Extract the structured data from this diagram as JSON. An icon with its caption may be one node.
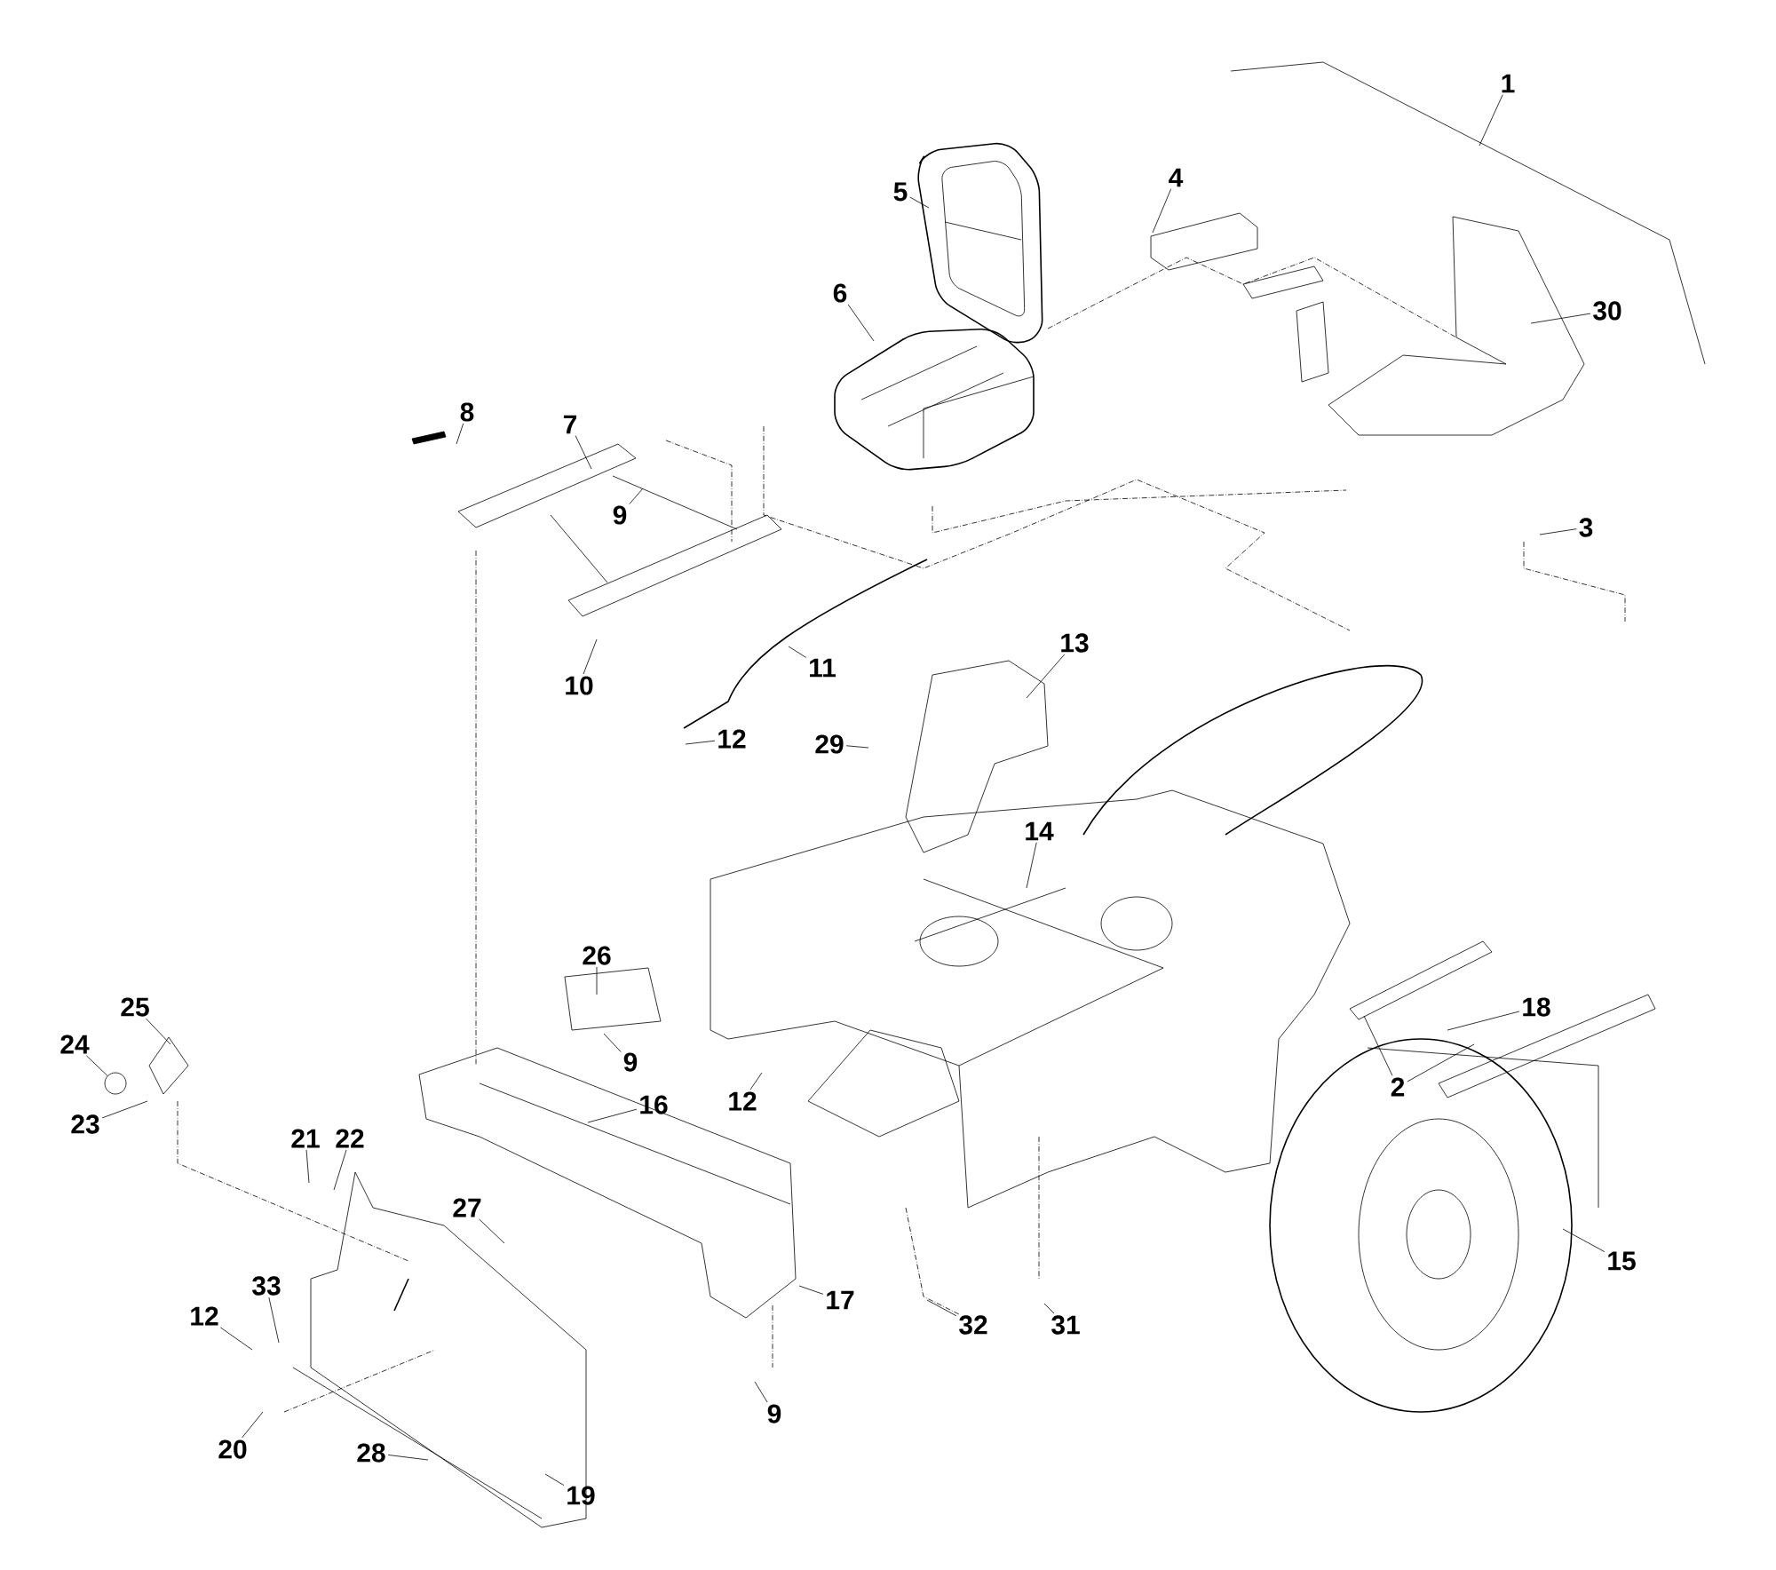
{
  "diagram": {
    "nodes": [
      {
        "text": [
          "1"
        ]
      },
      {
        "text": [
          "4"
        ]
      },
      {
        "text": [
          "5"
        ]
      },
      {
        "text": [
          "30"
        ]
      },
      {
        "text": [
          "6"
        ]
      },
      {
        "text": [
          "3"
        ]
      },
      {
        "text": [
          "8"
        ]
      },
      {
        "text": [
          "7"
        ]
      },
      {
        "text": [
          "9"
        ]
      },
      {
        "text": [
          "10"
        ]
      },
      {
        "text": [
          "11"
        ]
      },
      {
        "text": [
          "13"
        ]
      },
      {
        "text": [
          "2"
        ]
      },
      {
        "text": [
          "29"
        ]
      },
      {
        "text": [
          "12"
        ]
      },
      {
        "text": [
          "14"
        ]
      },
      {
        "text": [
          "26"
        ]
      },
      {
        "text": [
          "25"
        ]
      },
      {
        "text": [
          "18"
        ]
      },
      {
        "text": [
          "24"
        ]
      },
      {
        "text": [
          "9"
        ]
      },
      {
        "text": [
          "12"
        ]
      },
      {
        "text": [
          "16"
        ]
      },
      {
        "text": [
          "23"
        ]
      },
      {
        "text": [
          "21"
        ]
      },
      {
        "text": [
          "22"
        ]
      },
      {
        "text": [
          "27"
        ]
      },
      {
        "text": [
          "15"
        ]
      },
      {
        "text": [
          "17"
        ]
      },
      {
        "text": [
          "33"
        ]
      },
      {
        "text": [
          "12"
        ]
      },
      {
        "text": [
          "32"
        ]
      },
      {
        "text": [
          "31"
        ]
      },
      {
        "text": [
          "9"
        ]
      },
      {
        "text": [
          "20"
        ]
      },
      {
        "text": [
          "28"
        ]
      },
      {
        "text": [
          "19"
        ]
      },
      {
        "text": [],
        "shape": "circle"
      }
    ],
    "edges": [
      {
        "from": 0,
        "to": null,
        "arrow": "none"
      },
      {
        "from": 1,
        "to": null,
        "arrow": "none"
      },
      {
        "from": 2,
        "to": null,
        "arrow": "none"
      },
      {
        "from": 3,
        "to": null,
        "arrow": "none"
      },
      {
        "from": 4,
        "to": null,
        "arrow": "none"
      },
      {
        "from": 5,
        "to": null,
        "arrow": "none"
      },
      {
        "from": 6,
        "to": null,
        "arrow": "none"
      },
      {
        "from": 7,
        "to": null,
        "arrow": "none"
      },
      {
        "from": 8,
        "to": null,
        "arrow": "none"
      },
      {
        "from": 9,
        "to": null,
        "arrow": "none"
      },
      {
        "from": 10,
        "to": null,
        "arrow": "none"
      },
      {
        "from": 11,
        "to": null,
        "arrow": "none"
      },
      {
        "from": 12,
        "to": null,
        "arrow": "none"
      },
      {
        "from": 12,
        "to": null,
        "arrow": "none"
      },
      {
        "from": 13,
        "to": null,
        "arrow": "none"
      },
      {
        "from": 14,
        "to": null,
        "arrow": "none"
      },
      {
        "from": 15,
        "to": null,
        "arrow": "none"
      },
      {
        "from": 16,
        "to": null,
        "arrow": "none"
      },
      {
        "from": 17,
        "to": null,
        "arrow": "none"
      },
      {
        "from": 18,
        "to": null,
        "arrow": "none"
      },
      {
        "from": 19,
        "to": 37,
        "arrow": "none"
      },
      {
        "from": 20,
        "to": null,
        "arrow": "none"
      },
      {
        "from": 21,
        "to": null,
        "arrow": "none"
      },
      {
        "from": 22,
        "to": null,
        "arrow": "none"
      },
      {
        "from": 23,
        "to": null,
        "arrow": "none"
      },
      {
        "from": 24,
        "to": null,
        "arrow": "none"
      },
      {
        "from": 25,
        "to": null,
        "arrow": "none"
      },
      {
        "from": 26,
        "to": null,
        "arrow": "none"
      },
      {
        "from": 27,
        "to": null,
        "arrow": "none"
      },
      {
        "from": 28,
        "to": null,
        "arrow": "none"
      },
      {
        "from": 29,
        "to": null,
        "arrow": "none"
      },
      {
        "from": 30,
        "to": null,
        "arrow": "none"
      },
      {
        "from": 31,
        "to": null,
        "arrow": "none"
      },
      {
        "from": 32,
        "to": null,
        "arrow": "none"
      },
      {
        "from": 33,
        "to": null,
        "arrow": "none"
      },
      {
        "from": 34,
        "to": null,
        "arrow": "none"
      },
      {
        "from": 35,
        "to": null,
        "arrow": "none"
      },
      {
        "from": 36,
        "to": null,
        "arrow": "none"
      }
    ]
  }
}
